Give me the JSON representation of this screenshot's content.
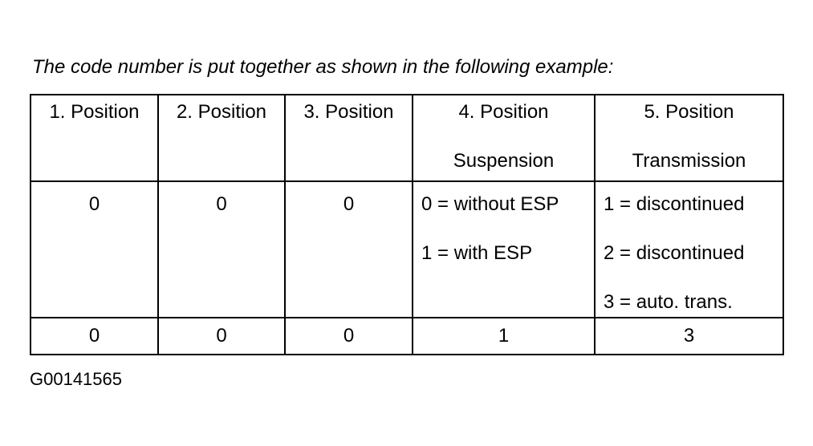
{
  "intro_text": "The code number is put together as shown in the following example:",
  "header": {
    "col1": "1. Position",
    "col2": "2. Position",
    "col3": "3. Position",
    "col4": {
      "title": "4. Position",
      "sub": "Suspension"
    },
    "col5": {
      "title": "5. Position",
      "sub": "Transmission"
    }
  },
  "options": {
    "col1": "0",
    "col2": "0",
    "col3": "0",
    "col4": [
      "0 = without ESP",
      "1 = with ESP"
    ],
    "col5": [
      "1 = discontinued",
      "2 = discontinued",
      "3 = auto. trans."
    ]
  },
  "example": [
    "0",
    "0",
    "0",
    "1",
    "3"
  ],
  "figure_id": "G00141565"
}
